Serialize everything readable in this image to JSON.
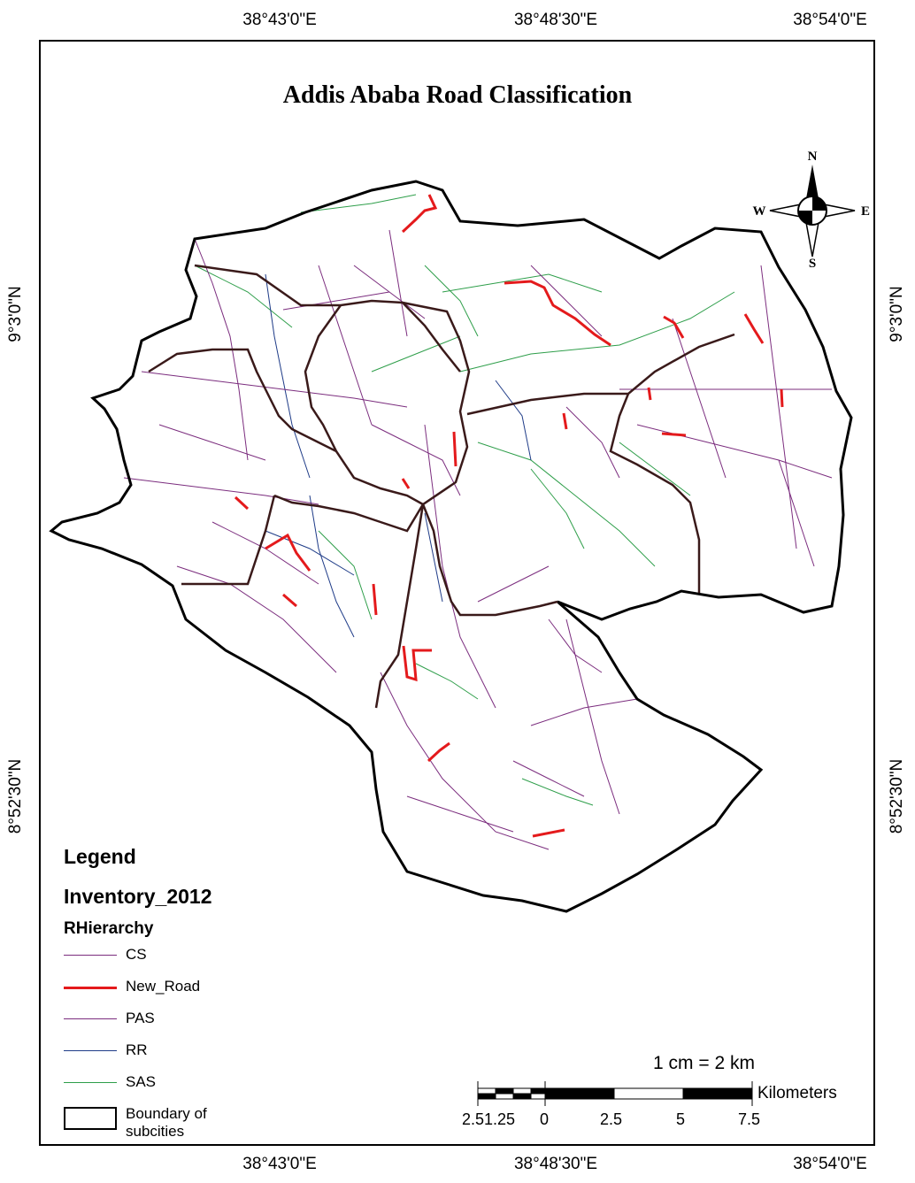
{
  "title": "Addis Ababa Road Classification",
  "coords": {
    "top": [
      "38°43'0\"E",
      "38°48'30\"E",
      "38°54'0\"E"
    ],
    "bottom": [
      "38°43'0\"E",
      "38°48'30\"E",
      "38°54'0\"E"
    ],
    "left": [
      "9°3'0\"N",
      "8°52'30\"N"
    ],
    "right": [
      "9°3'0\"N",
      "8°52'30\"N"
    ]
  },
  "compass": {
    "n": "N",
    "s": "S",
    "e": "E",
    "w": "W"
  },
  "legend": {
    "title": "Legend",
    "layer": "Inventory_2012",
    "field": "RHierarchy",
    "items": [
      {
        "label": "CS",
        "color": "#7b2d7e"
      },
      {
        "label": "New_Road",
        "color": "#e41a1c"
      },
      {
        "label": "PAS",
        "color": "#7b2d7e"
      },
      {
        "label": "RR",
        "color": "#1f3c88"
      },
      {
        "label": "SAS",
        "color": "#2e9e4a"
      }
    ],
    "boundary_label": "Boundary of subcities"
  },
  "scale": {
    "ratio": "1 cm = 2 km",
    "units": "Kilometers",
    "ticks": [
      "2.51.25",
      "0",
      "2.5",
      "5",
      "7.5"
    ]
  },
  "colors": {
    "boundary": "#000000",
    "inner_boundary": "#3a1a1a",
    "new_road": "#e41a1c",
    "pas": "#7b2d7e",
    "rr": "#1f3c88",
    "sas": "#2e9e4a"
  }
}
